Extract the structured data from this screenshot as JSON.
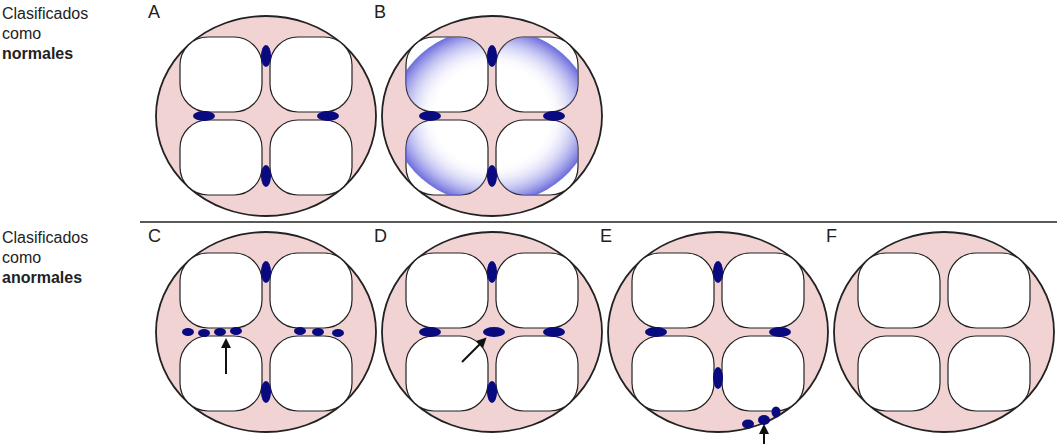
{
  "diagram": {
    "labels": [
      "Clasificados como",
      "normales",
      "A",
      "B",
      "Clasificados como",
      "anormales",
      "C",
      "D",
      "E",
      "F"
    ]
  }
}
